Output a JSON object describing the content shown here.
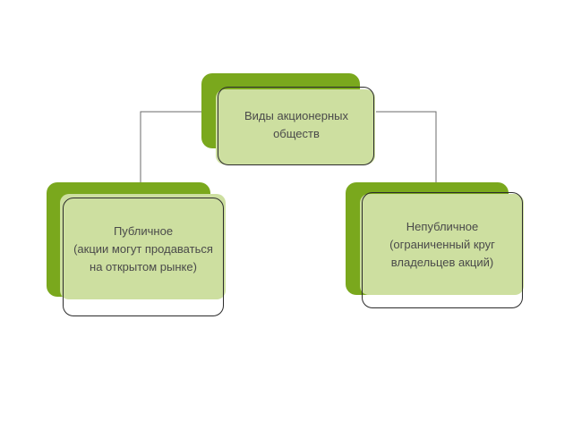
{
  "diagram": {
    "root": {
      "lines": [
        "Виды акционерных",
        "обществ"
      ]
    },
    "left": {
      "lines": [
        "Публичное",
        "(акции могут продаваться",
        "на открытом рынке)"
      ]
    },
    "right": {
      "lines": [
        "Непубличное",
        "(ограниченный круг",
        "владельцев акций)"
      ]
    }
  },
  "colors": {
    "accent": "#7aa81d",
    "box_fill": "#cddfa0",
    "outline": "#2b2b2b",
    "connector": "#6b6b6b",
    "text": "#4a4a4a"
  }
}
